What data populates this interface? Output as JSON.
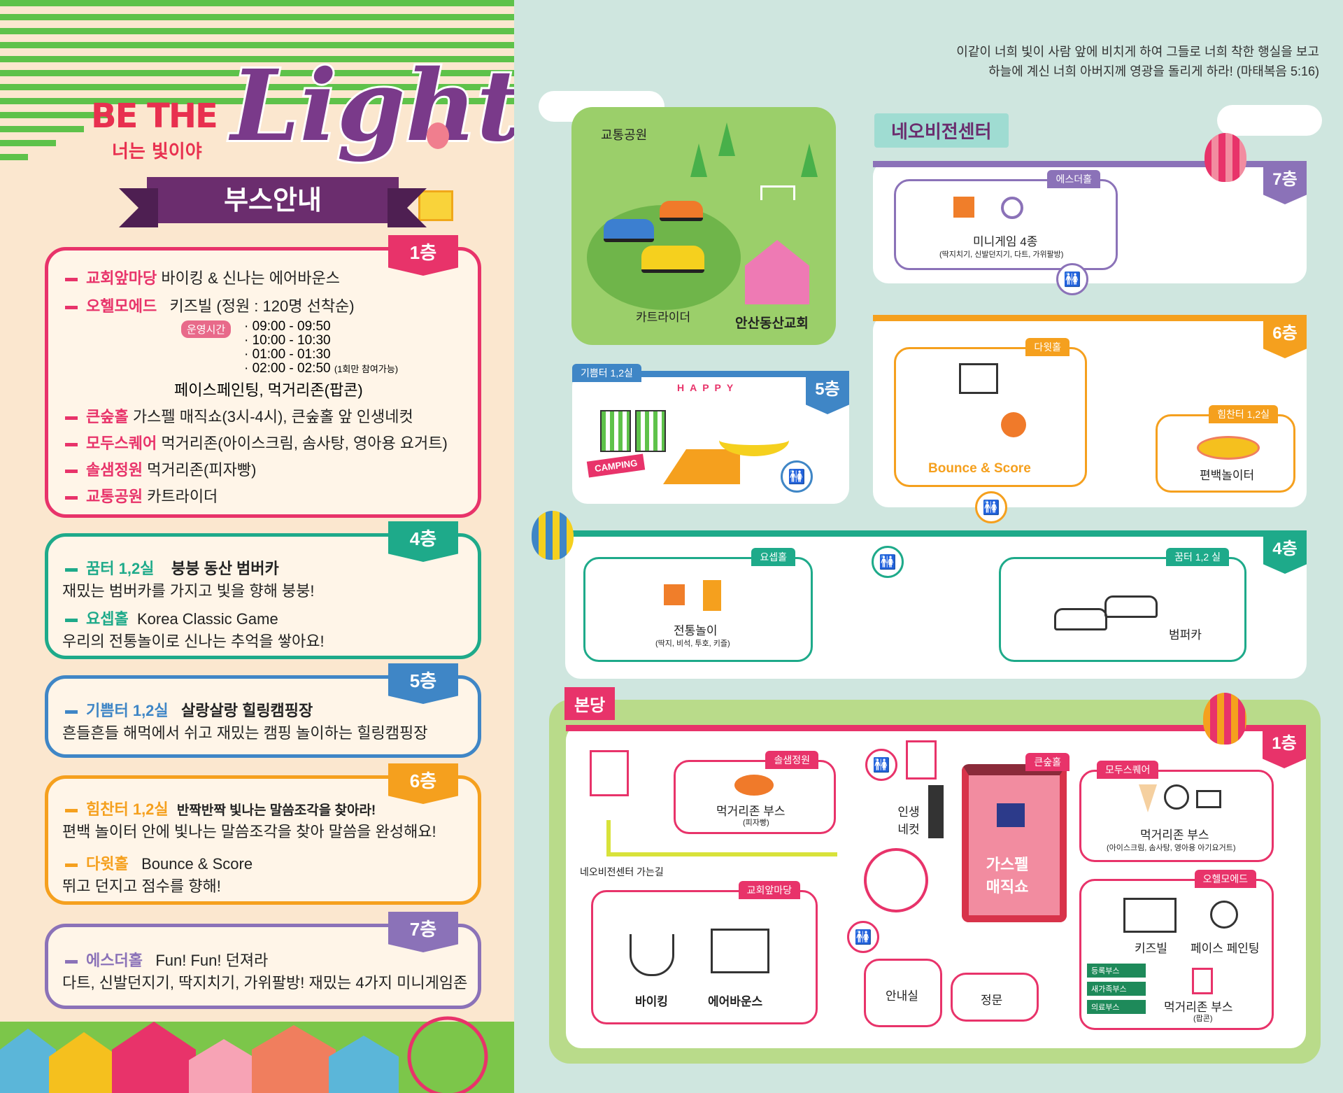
{
  "brand": {
    "be_the": "BE THE",
    "light": "Light",
    "subtitle": "너는 빛이야",
    "title": "부스안내"
  },
  "verse": {
    "line1": "이같이 너희 빛이 사람 앞에 비치게 하여 그들로 너희 착한 행실을 보고",
    "line2": "하늘에 계신 너희 아버지께 영광을 돌리게 하라! (마태복음 5:16)"
  },
  "colors": {
    "f1": "#e8336a",
    "f4": "#1eaa8a",
    "f5": "#3f86c6",
    "f6": "#f5a01e",
    "f7": "#8b72b8"
  },
  "cards": {
    "f1": {
      "tab": "1층",
      "r1k": "교회앞마당",
      "r1v": "바이킹 & 신나는 에어바운스",
      "r2k": "오헬모에드",
      "r2v": "키즈빌 (정원 : 120명 선착순)",
      "badge": "운영시간",
      "t1": "· 09:00 - 09:50",
      "t2": "· 10:00 - 10:30",
      "t3": "· 01:00 - 01:30",
      "t4": "· 02:00 - 02:50",
      "t4n": "(1회만 참여가능)",
      "r2x": "페이스페인팅, 먹거리존(팝콘)",
      "r3k": "큰숲홀",
      "r3v": "가스펠 매직쇼(3시-4시),  큰숲홀 앞 인생네컷",
      "r4k": "모두스퀘어",
      "r4v": "먹거리존(아이스크림, 솜사탕, 영아용 요거트)",
      "r5k": "솔샘정원",
      "r5v": "먹거리존(피자빵)",
      "r6k": "교통공원",
      "r6v": "카트라이더"
    },
    "f4": {
      "tab": "4층",
      "r1k": "꿈터 1,2실",
      "r1v": "붕붕 동산 범버카",
      "r1d": "재밌는 범버카를 가지고 빛을 향해 붕붕!",
      "r2k": "요셉홀",
      "r2v": "Korea Classic Game",
      "r2d": "우리의 전통놀이로 신나는 추억을 쌓아요!"
    },
    "f5": {
      "tab": "5층",
      "r1k": "기쁨터 1,2실",
      "r1v": "살랑살랑 힐링캠핑장",
      "r1d": "흔들흔들 해먹에서 쉬고 재밌는 캠핑 놀이하는 힐링캠핑장"
    },
    "f6": {
      "tab": "6층",
      "r1k": "힘찬터 1,2실",
      "r1v": "반짝반짝 빛나는 말씀조각을 찾아라!",
      "r1d": "편백 놀이터 안에 빛나는 말씀조각을 찾아 말씀을 완성해요!",
      "r2k": "다윗홀",
      "r2v": "Bounce & Score",
      "r2d": "뛰고 던지고 점수를 향해!"
    },
    "f7": {
      "tab": "7층",
      "r1k": "에스더홀",
      "r1v": "Fun! Fun! 던져라",
      "r1d": "다트, 신발던지기, 딱지치기, 가위팔방! 재밌는 4가지 미니게임존"
    }
  },
  "map": {
    "park": {
      "title": "교통공원",
      "kart": "카트라이더",
      "church": "안산동산교회"
    },
    "neo": {
      "title": "네오비전센터"
    },
    "f7": {
      "floor": "7층",
      "tag": "에스더홀",
      "label": "미니게임 4종",
      "sub": "(딱지치기, 신발던지기, 다트, 가위팔방)"
    },
    "f6": {
      "floor": "6층",
      "tag1": "다윗홀",
      "label1": "Bounce & Score",
      "tag2": "힘찬터 1,2실",
      "label2": "편백놀이터"
    },
    "f5": {
      "floor": "5층",
      "tag": "기쁨터 1,2실",
      "camping": "CAMPING",
      "happy": "HAPPY"
    },
    "f4": {
      "floor": "4층",
      "tag1": "요셉홀",
      "label1": "전통놀이",
      "sub1": "(딱지, 비석, 투호, 키즐)",
      "tag2": "꿈터 1,2 실",
      "label2": "범퍼카"
    },
    "main": {
      "title": "본당",
      "floor": "1층",
      "sol_tag": "솔샘정원",
      "sol_label": "먹거리존 부스",
      "sol_sub": "(피자빵)",
      "life4": "인생네컷",
      "big_tag": "큰숲홀",
      "magic": "가스펠 매직쇼",
      "modu_tag": "모두스퀘어",
      "modu_label": "먹거리존 부스",
      "modu_sub": "(아이스크림, 솜사탕, 영아용 아기요거트)",
      "to_neo": "네오비전센터 가는길",
      "yard_tag": "교회앞마당",
      "viking": "바이킹",
      "air": "에어바운스",
      "info": "안내실",
      "gate": "정문",
      "ohel_tag": "오헬모에드",
      "kids": "키즈빌",
      "face": "페이스 페인팅",
      "food": "먹거리존 부스",
      "food_sub": "(팝콘)",
      "sign1": "등록부스",
      "sign2": "새가족부스",
      "sign3": "의료부스"
    }
  }
}
